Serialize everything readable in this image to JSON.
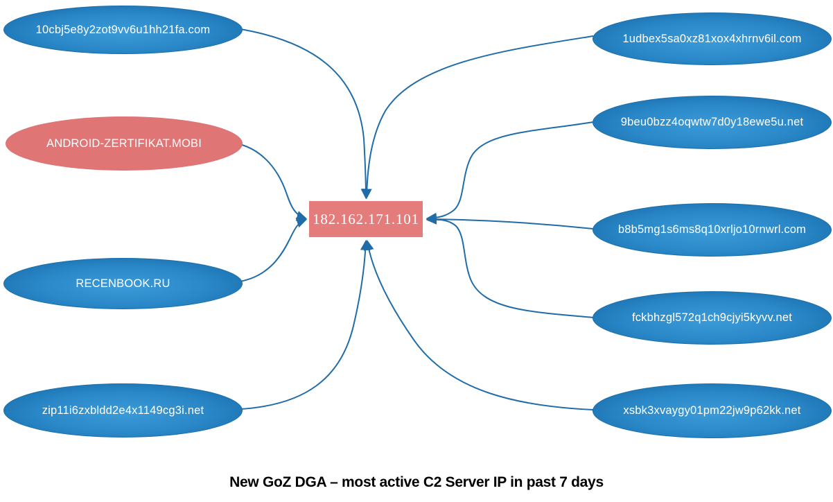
{
  "title": "New GoZ DGA – most active C2 Server IP in past 7 days",
  "center": {
    "label": "182.162.171.101",
    "role": "c2-server-ip"
  },
  "nodes": [
    {
      "label": "10cbj5e8y2zot9vv6u1hh21fa.com",
      "style": "blue",
      "side": "left"
    },
    {
      "label": "ANDROID-ZERTIFIKAT.MOBI",
      "style": "red",
      "side": "left"
    },
    {
      "label": "RECENBOOK.RU",
      "style": "blue",
      "side": "left"
    },
    {
      "label": "zip11i6zxbldd2e4x1149cg3i.net",
      "style": "blue",
      "side": "left"
    },
    {
      "label": "1udbex5sa0xz81xox4xhrnv6il.com",
      "style": "blue",
      "side": "right"
    },
    {
      "label": "9beu0bzz4oqwtw7d0y18ewe5u.net",
      "style": "blue",
      "side": "right"
    },
    {
      "label": "b8b5mg1s6ms8q10xrljo10rnwrl.com",
      "style": "blue",
      "side": "right"
    },
    {
      "label": "fckbhzgl572q1ch9cjyi5kyvv.net",
      "style": "blue",
      "side": "right"
    },
    {
      "label": "xsbk3xvaygy01pm22jw9p62kk.net",
      "style": "blue",
      "side": "right"
    }
  ],
  "colors": {
    "node_blue": "#2a88c8",
    "node_blue_border": "#1a6dab",
    "node_red": "#e07575",
    "center_fill": "#e57c7c",
    "connector": "#1f6ca8",
    "title_color": "#000000",
    "background": "#ffffff"
  }
}
